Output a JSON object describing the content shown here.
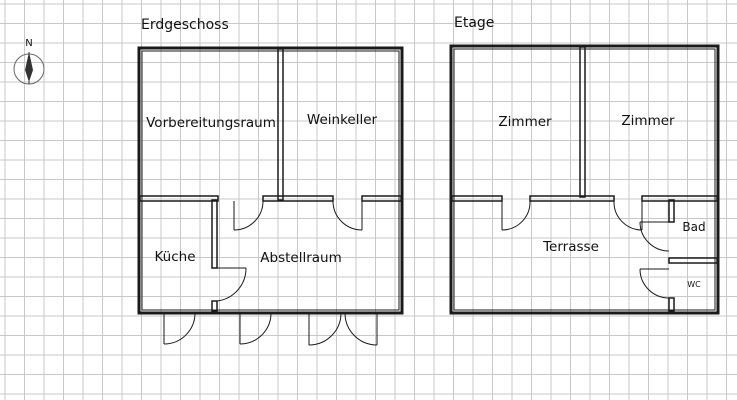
{
  "floors": {
    "ground": {
      "title": "Erdgeschoss",
      "rooms": {
        "prep": "Vorbereitungsraum",
        "wine": "Weinkeller",
        "kitchen": "Küche",
        "storage": "Abstellraum"
      }
    },
    "upper": {
      "title": "Etage",
      "rooms": {
        "room1": "Zimmer",
        "room2": "Zimmer",
        "terrace": "Terrasse",
        "bath": "Bad",
        "wc": "WC"
      }
    }
  },
  "compass": {
    "label": "N"
  },
  "colors": {
    "grid": "#c8c8c8",
    "wall": "#1a1a1a",
    "background": "#ffffff"
  }
}
